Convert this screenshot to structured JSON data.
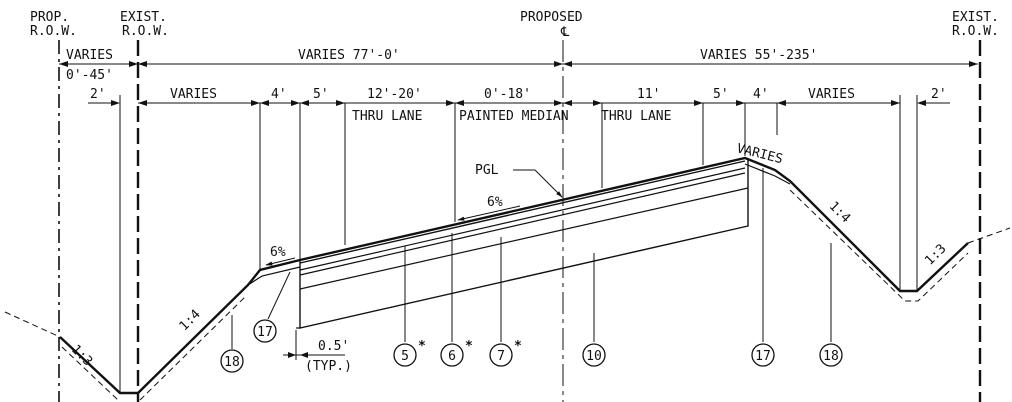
{
  "row_labels": {
    "prop_row_line1": "PROP.",
    "prop_row_line2": "R.O.W.",
    "exist_row_left_line1": "EXIST.",
    "exist_row_left_line2": "R.O.W.",
    "proposed": "PROPOSED",
    "centerline_symbol": "℄",
    "exist_row_right_line1": "EXIST.",
    "exist_row_right_line2": "R.O.W."
  },
  "top_dimensions": {
    "left_varies": "VARIES",
    "left_range": "0'-45'",
    "middle": "VARIES 77'-0'",
    "right": "VARIES 55'-235'"
  },
  "lane_dimensions": {
    "ditch_left": "2'",
    "varies_left": "VARIES",
    "four_left": "4'",
    "five_left": "5'",
    "thru_lane_left": "12'-20'",
    "median": "0'-18'",
    "thru_lane_right": "11'",
    "five_right": "5'",
    "four_right": "4'",
    "varies_right": "VARIES",
    "ditch_right": "2'"
  },
  "lane_labels": {
    "thru_lane_left": "THRU LANE",
    "median": "PAINTED MEDIAN",
    "thru_lane_right": "THRU LANE"
  },
  "annotations": {
    "pgl": "PGL",
    "slope_pavement": "6%",
    "slope_shoulder": "6%",
    "varies_shoulder": "VARIES",
    "slope_left_backslope": "1:3",
    "slope_left_foreslope": "1:4",
    "slope_right_foreslope": "1:4",
    "slope_right_backslope": "1:3",
    "offset": "0.5'",
    "offset_note": "(TYP.)"
  },
  "callouts": [
    {
      "number": "18",
      "asterisk": ""
    },
    {
      "number": "17",
      "asterisk": ""
    },
    {
      "number": "5",
      "asterisk": "*"
    },
    {
      "number": "6",
      "asterisk": "*"
    },
    {
      "number": "7",
      "asterisk": "*"
    },
    {
      "number": "10",
      "asterisk": ""
    },
    {
      "number": "17",
      "asterisk": ""
    },
    {
      "number": "18",
      "asterisk": ""
    }
  ],
  "colors": {
    "ink": "#111111",
    "background": "#ffffff"
  }
}
